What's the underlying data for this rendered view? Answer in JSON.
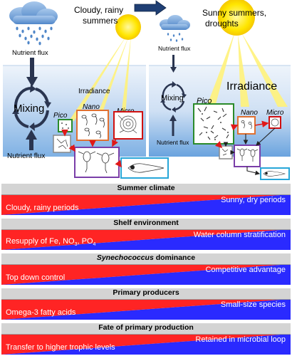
{
  "top": {
    "left_panel": {
      "climate_label_line1": "Cloudy, rainy",
      "climate_label_line2": "summers",
      "nutrient_flux_top": "Nutrient flux",
      "irradiance": "Irradiance",
      "mixing": "Mixing",
      "pico": "Pico",
      "nano": "Nano",
      "micro": "Micro",
      "nutrient_flux_bottom": "Nutrient flux"
    },
    "right_panel": {
      "climate_label_line1": "Sunny summers,",
      "climate_label_line2": "droughts",
      "nutrient_flux_top": "Nutrient flux",
      "irradiance": "Irradiance",
      "mixing": "Mixing",
      "pico": "Pico",
      "nano": "Nano",
      "micro": "Micro",
      "nutrient_flux_bottom": "Nutrient flux"
    }
  },
  "bands": [
    {
      "title": "Summer climate",
      "right": "Sunny, dry periods",
      "left": "Cloudy, rainy periods"
    },
    {
      "title": "Shelf environment",
      "right": "Water column stratification",
      "left_parts": [
        "Resupply of Fe, NO",
        "3",
        ", PO",
        "4"
      ]
    },
    {
      "title_italic": "Synechococcus",
      "title_rest": " dominance",
      "right": "Competitive advantage",
      "left": "Top down control"
    },
    {
      "title": "Primary producers",
      "right": "Small-size species",
      "left": "Omega-3 fatty acids"
    },
    {
      "title": "Fate of primary production",
      "right": "Retained in microbial loop",
      "left": "Transfer to higher trophic levels"
    }
  ],
  "colors": {
    "red": "#ff1f1f",
    "blue": "#1f1fff",
    "water": "#cfe0f4",
    "sun": "#ffe600",
    "pico_box": "#2a8a2a",
    "nano_box": "#e07030",
    "micro_box": "#d01010",
    "zoo_box": "#7a3ea8",
    "fish_box": "#27a6d8"
  }
}
